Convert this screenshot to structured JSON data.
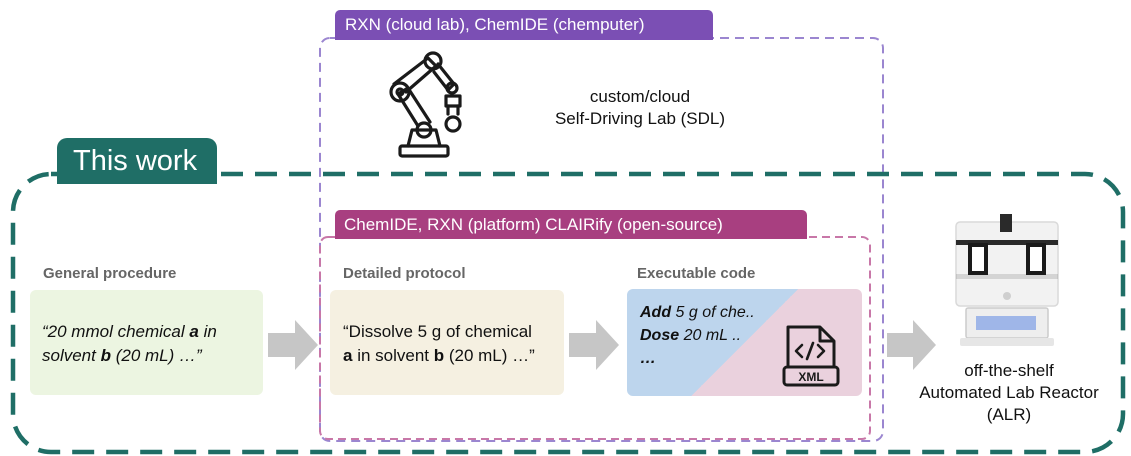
{
  "tags": {
    "rxn_cloud": "RXN (cloud lab), ChemIDE (chemputer)",
    "this_work": "This work",
    "chemide_platform": "ChemIDE, RXN (platform)  CLAIRify (open-source)"
  },
  "sdl": {
    "line1": "custom/cloud",
    "line2": "Self-Driving Lab (SDL)"
  },
  "steps": {
    "general": {
      "title": "General procedure",
      "line1_pre": "“20 mmol chemical ",
      "line1_bold": "a",
      "line1_post": " in",
      "line2_pre": "solvent ",
      "line2_bold": "b",
      "line2_post": " (20 mL) …”"
    },
    "detailed": {
      "title": "Detailed protocol",
      "line1": "“Dissolve 5 g of chemical",
      "line2_bold1": "a",
      "line2_mid": " in solvent ",
      "line2_bold2": "b",
      "line2_post": " (20 mL) …”"
    },
    "executable": {
      "title": "Executable code",
      "line1_kw": "Add",
      "line1_rest": " 5 g of che..",
      "line2_kw": "Dose",
      "line2_rest": " 20 mL ..",
      "line3_kw": "…",
      "file_icon_label": "XML"
    }
  },
  "alr": {
    "line1": "off-the-shelf",
    "line2": "Automated Lab Reactor",
    "line3": "(ALR)"
  },
  "colors": {
    "rxn_purple": "#7b4fb4",
    "this_work_teal": "#1f6e66",
    "chem_magenta": "#a83f80",
    "general_bg": "#ecf5e1",
    "detailed_bg": "#f5f0e1",
    "exec_blue": "#bdd5ed",
    "exec_pink": "#ead1dd",
    "arrow_gray": "#c6c6c6"
  }
}
